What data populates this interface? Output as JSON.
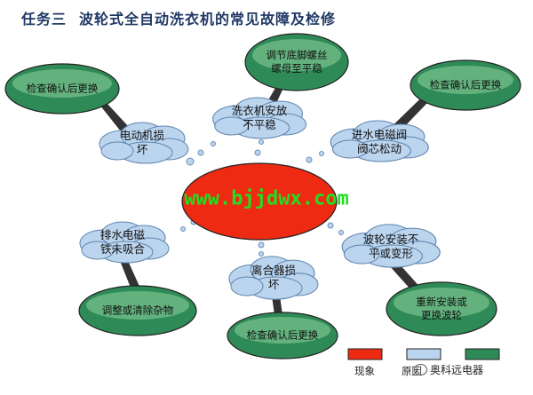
{
  "title": {
    "part1": "任务三",
    "part2": "波轮式全自动洗衣机的常见故障及检修"
  },
  "center": {
    "label": "",
    "watermark": "www.bjjdwx.com"
  },
  "causes": {
    "motor": [
      "电动机损",
      "坏"
    ],
    "uneven": [
      "洗衣机安放",
      "不平稳"
    ],
    "valve": [
      "进水电磁阀",
      "阀芯松动"
    ],
    "drain": [
      "排水电磁",
      "铁未吸合"
    ],
    "clutch": [
      "离合器损",
      "坏"
    ],
    "impeller": [
      "波轮安装不",
      "平或变形"
    ]
  },
  "fixes": {
    "check_top_left": "检查确认后更换",
    "adjust_screw": [
      "调节底脚螺丝",
      "螺母至平稳"
    ],
    "check_top_right": "检查确认后更换",
    "clean": "调整或清除杂物",
    "check_bottom": "检查确认后更换",
    "reinstall": [
      "重新安装或",
      "更换波轮"
    ]
  },
  "legend": {
    "phenomenon": "现象",
    "cause": "原因",
    "brand": "奥科远电器"
  },
  "colors": {
    "center": "#ef2a12",
    "cloud": "#bcd5ef",
    "ellipse": "#2e8b57",
    "title": "#1f3864"
  },
  "icons": {
    "brand": "wechat-icon"
  }
}
